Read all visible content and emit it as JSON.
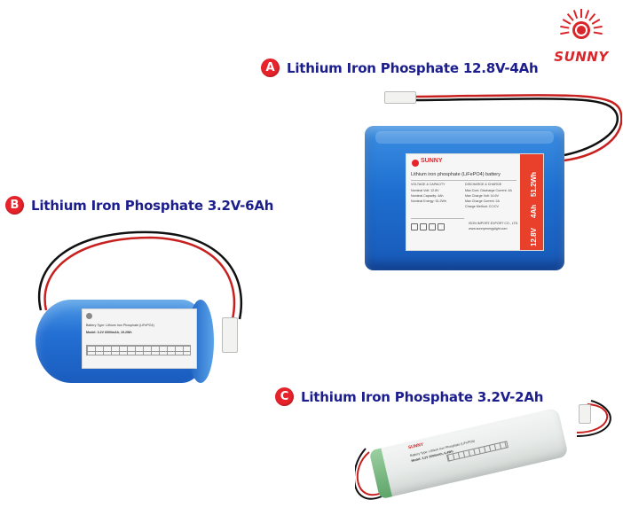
{
  "logo": {
    "brand": "SUNNY",
    "colors": {
      "primary": "#d8262a"
    }
  },
  "products": [
    {
      "badge": "A",
      "title": "Lithium Iron Phosphate 12.8V-4Ah"
    },
    {
      "badge": "B",
      "title": "Lithium Iron Phosphate 3.2V-6Ah"
    },
    {
      "badge": "C",
      "title": "Lithium Iron Phosphate 3.2V-2Ah"
    }
  ],
  "battery_a_label": {
    "brand": "SUNNY",
    "title": "Lithium iron phosphate (LiFePO4) battery",
    "voltage_heading": "VOLTAGE & CAPACITY",
    "voltage_lines": [
      "Nominal Volt: 12.8V",
      "Nominal Capacity: 4Ah",
      "Nominal Energy: 51.2Wh"
    ],
    "discharge_heading": "DISCHARGE & CHARGE",
    "discharge_lines": [
      "Max.Cont. Discharge Current: 4A",
      "Max Charge Volt: 14.6V",
      "Max Charge Current: 2A",
      "Charge Method: CC/CV"
    ],
    "strip": [
      "12.8V",
      "4Ah",
      "51.2Wh"
    ],
    "footer": [
      "ISON IMPORT-EXPORT CO., LTD.",
      "www.sunnyenergylight.com"
    ]
  },
  "battery_b_label": {
    "lines": [
      "Battery Type: Lithium Iron Phosphate (LiFePO4)",
      "Model: 3.2V 6000mAh, 19.2Wh"
    ]
  },
  "battery_c_label": {
    "brand": "SUNNY",
    "lines": [
      "Battery Type: Lithium Iron Phosphate (LiFePO4)",
      "Model: 3.2V 2000mAh, 6.4Wh"
    ]
  },
  "colors": {
    "badge": "#e8222a",
    "heading": "#1b1e8c",
    "battery_blue": "#1e6fd0"
  }
}
